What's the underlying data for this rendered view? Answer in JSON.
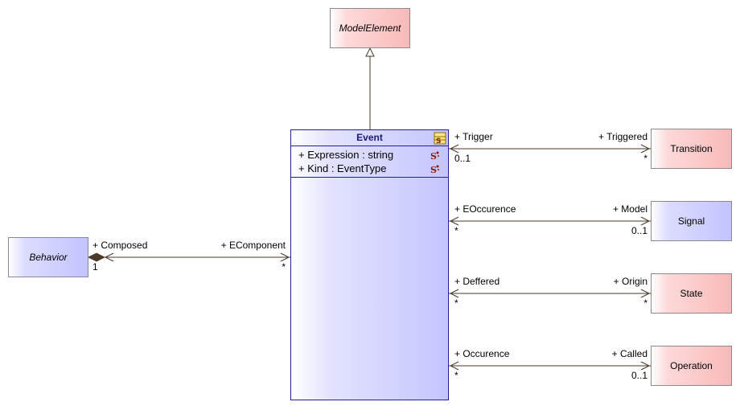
{
  "classes": {
    "model_element": "ModelElement",
    "event": "Event",
    "behavior": "Behavior",
    "transition": "Transition",
    "signal": "Signal",
    "state": "State",
    "operation": "Operation"
  },
  "event_attributes": [
    {
      "text": "+ Expression : string"
    },
    {
      "text": "+ Kind : EventType"
    }
  ],
  "associations": {
    "transition": {
      "near_role": "+ Trigger",
      "near_mult": "0..1",
      "far_role": "+ Triggered",
      "far_mult": "*"
    },
    "signal": {
      "near_role": "+ EOccurence",
      "near_mult": "*",
      "far_role": "+ Model",
      "far_mult": "0..1"
    },
    "state": {
      "near_role": "+ Deffered",
      "near_mult": "*",
      "far_role": "+ Origin",
      "far_mult": "*"
    },
    "operation": {
      "near_role": "+ Occurence",
      "near_mult": "*",
      "far_role": "+ Called",
      "far_mult": "0..1"
    },
    "behavior": {
      "near_role": "+ EComponent",
      "near_mult": "*",
      "far_role": "+ Composed",
      "far_mult": "1"
    }
  },
  "colors": {
    "red_class": "#f9b9b9",
    "blue_class": "#c3c3ff",
    "event_border": "#20209a",
    "line": "#4a3a2a"
  }
}
